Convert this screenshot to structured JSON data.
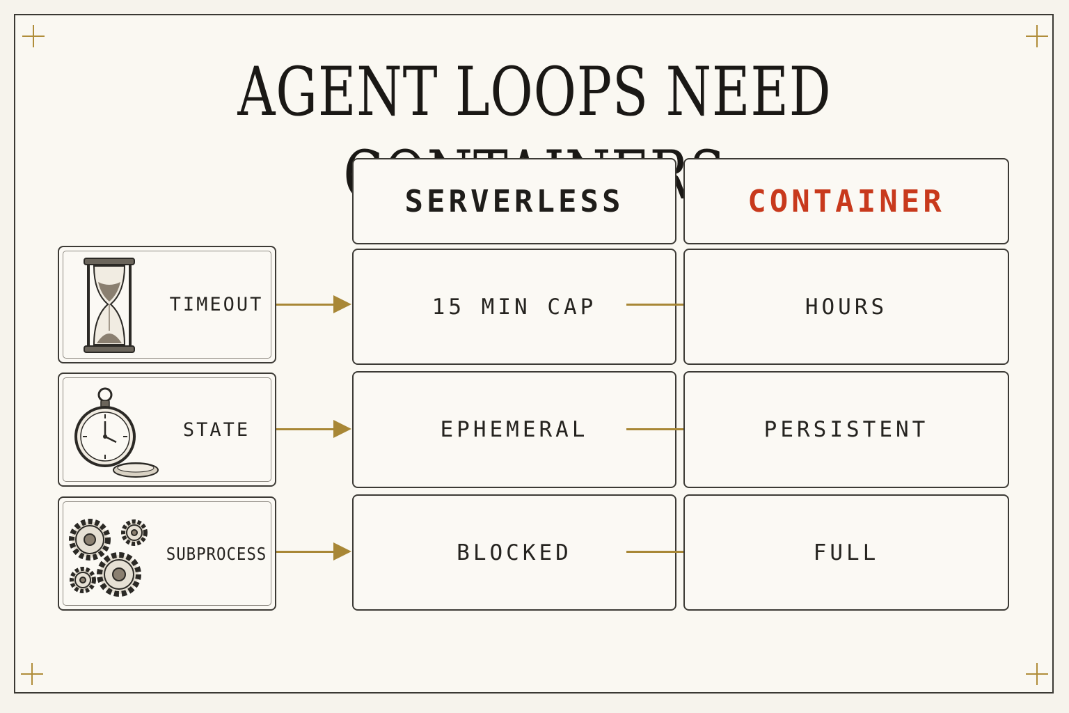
{
  "title": "AGENT LOOPS NEED CONTAINERS",
  "columns": {
    "serverless": "SERVERLESS",
    "container": "CONTAINER"
  },
  "rows": [
    {
      "factor": "TIMEOUT",
      "icon": "hourglass-icon",
      "serverless": "15 MIN CAP",
      "container": "HOURS"
    },
    {
      "factor": "STATE",
      "icon": "pocket-watch-icon",
      "serverless": "EPHEMERAL",
      "container": "PERSISTENT"
    },
    {
      "factor": "SUBPROCESS",
      "icon": "gears-icon",
      "serverless": "BLOCKED",
      "container": "FULL"
    }
  ],
  "colors": {
    "accent": "#c8391c",
    "arrow": "#a88736",
    "border": "#3c3a35",
    "background": "#faf8f2"
  }
}
